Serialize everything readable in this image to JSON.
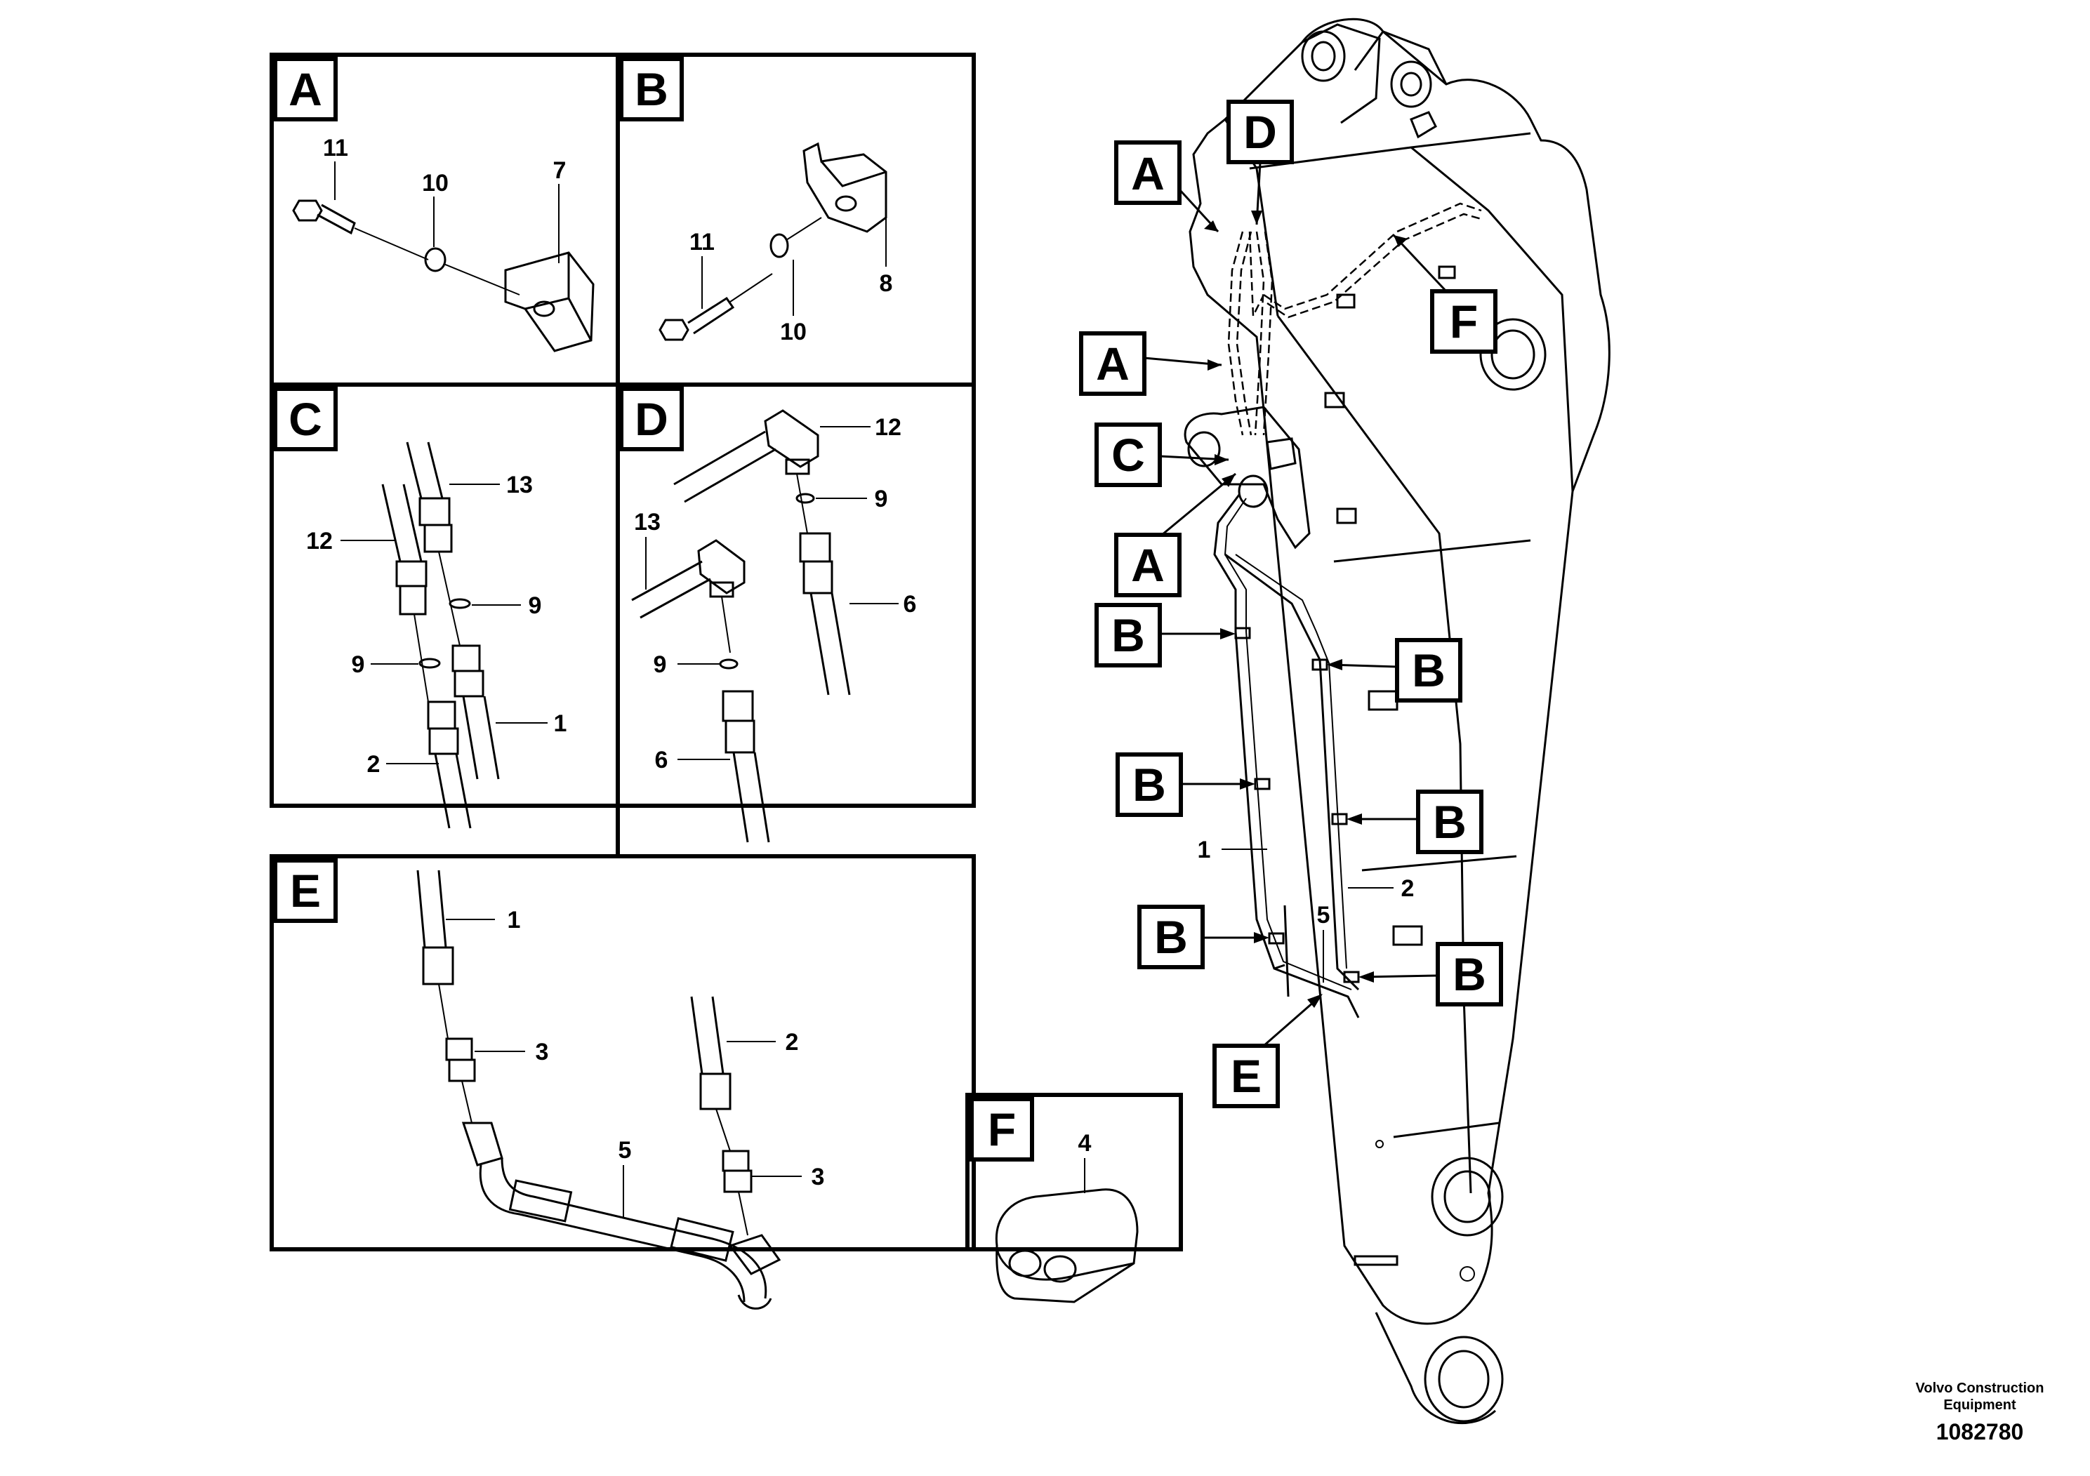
{
  "panels": [
    {
      "letter": "A",
      "numbers": [
        "11",
        "10",
        "7"
      ]
    },
    {
      "letter": "B",
      "numbers": [
        "11",
        "10",
        "8"
      ]
    },
    {
      "letter": "C",
      "numbers": [
        "13",
        "12",
        "9",
        "9",
        "1",
        "2"
      ]
    },
    {
      "letter": "D",
      "numbers": [
        "12",
        "9",
        "13",
        "9",
        "6",
        "6"
      ]
    },
    {
      "letter": "E",
      "numbers": [
        "1",
        "2",
        "3",
        "3",
        "5"
      ]
    },
    {
      "letter": "F",
      "numbers": [
        "4"
      ]
    }
  ],
  "boom_callouts": [
    "A",
    "D",
    "F",
    "A",
    "C",
    "A",
    "B",
    "B",
    "B",
    "B",
    "B",
    "B",
    "E"
  ],
  "boom_numbers": [
    "1",
    "2",
    "5"
  ],
  "credit": {
    "line1": "Volvo Construction",
    "line2": "Equipment",
    "ref": "1082780"
  }
}
